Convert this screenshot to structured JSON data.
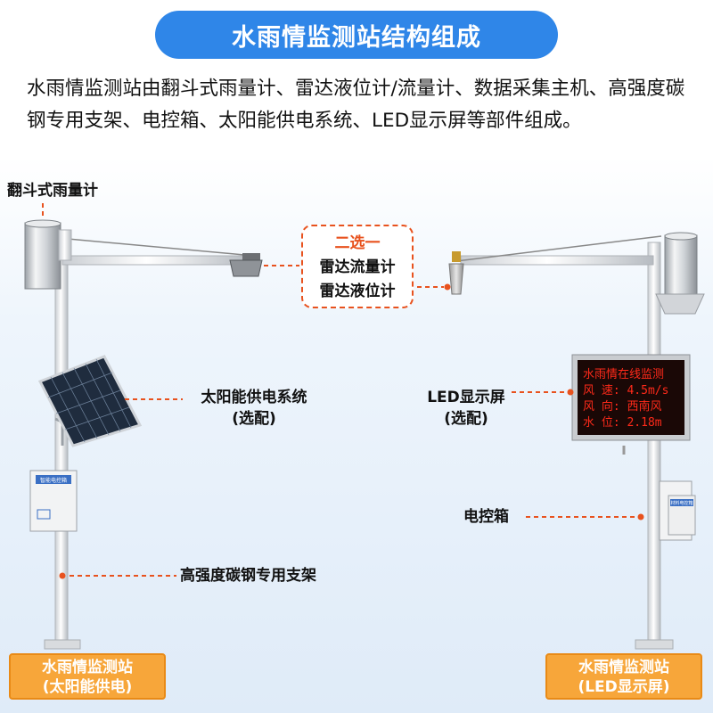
{
  "title": "水雨情监测站结构组成",
  "intro": "水雨情监测站由翻斗式雨量计、雷达液位计/流量计、数据采集主机、高强度碳钢专用支架、电控箱、太阳能供电系统、LED显示屏等部件组成。",
  "labels": {
    "rain_gauge": "翻斗式雨量计",
    "select_title": "二选一",
    "radar_flow": "雷达流量计",
    "radar_level": "雷达液位计",
    "solar": "太阳能供电系统",
    "solar_opt": "(选配)",
    "led": "LED显示屏",
    "led_opt": "(选配)",
    "control_box": "电控箱",
    "bracket": "高强度碳钢专用支架"
  },
  "footers": {
    "left_line1": "水雨情监测站",
    "left_line2": "(太阳能供电)",
    "right_line1": "水雨情监测站",
    "right_line2": "(LED显示屏)"
  },
  "led_screen": {
    "line1": "水雨情在线监测",
    "line2": "风 速: 4.5m/s",
    "line3": "风 向: 西南风",
    "line4": "水 位: 2.18m"
  },
  "box_labels": {
    "left": "智能电控箱",
    "right": "材料电控箱"
  },
  "colors": {
    "accent": "#2f86e8",
    "orange": "#e8521e",
    "footer": "#f7a63a",
    "led_text": "#ff2a1a"
  }
}
